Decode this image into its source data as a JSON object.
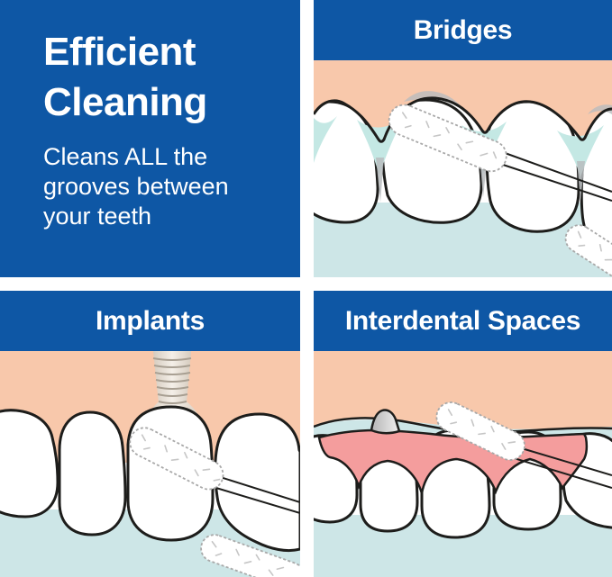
{
  "panel": {
    "title_line1": "Efficient",
    "title_line2": "Cleaning",
    "subtitle_line1": "Cleans ALL the",
    "subtitle_line2": "grooves between",
    "subtitle_line3": "your teeth"
  },
  "quadrants": {
    "bridges": {
      "title": "Bridges"
    },
    "implants": {
      "title": "Implants"
    },
    "interdental": {
      "title": "Interdental Spaces"
    }
  },
  "colors": {
    "blue": "#0e57a5",
    "peach": "#f8c8ab",
    "lblue": "#cde6e7",
    "teal": "#c4e8e4",
    "pink": "#f49d9d",
    "gray": "#b9bcbe",
    "outline": "#1d1d1b"
  }
}
